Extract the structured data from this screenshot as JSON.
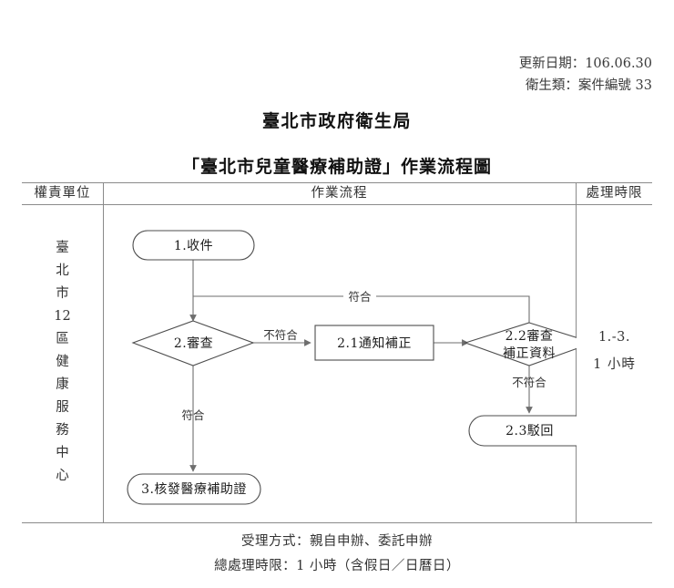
{
  "meta": {
    "update_date": "更新日期：106.06.30",
    "category": "衛生類：案件編號 33"
  },
  "titles": {
    "organization": "臺北市政府衛生局",
    "main": "「臺北市兒童醫療補助證」作業流程圖"
  },
  "table": {
    "headers": {
      "unit": "權責單位",
      "flow": "作業流程",
      "limit": "處理時限"
    },
    "unit_vertical_chars": [
      "臺",
      "北",
      "市",
      "12",
      "區",
      "健",
      "康",
      "服",
      "務",
      "中",
      "心"
    ],
    "limit": {
      "steps": "1.-3.",
      "duration": "1 小時"
    }
  },
  "flowchart": {
    "nodes": [
      {
        "id": "n1",
        "label": "1.收件",
        "shape": "stadium"
      },
      {
        "id": "n2",
        "label": "2.審查",
        "shape": "diamond"
      },
      {
        "id": "n21",
        "label": "2.1通知補正",
        "shape": "rectangle"
      },
      {
        "id": "n22a",
        "label": "2.2審查",
        "shape": "diamond"
      },
      {
        "id": "n22b",
        "label": "補正資料",
        "shape": "diamond"
      },
      {
        "id": "n23",
        "label": "2.3駁回",
        "shape": "stadium"
      },
      {
        "id": "n3",
        "label": "3.核發醫療補助證",
        "shape": "stadium"
      }
    ],
    "edge_labels": {
      "match_return": "符合",
      "no_match_right": "不符合",
      "no_match_down": "不符合",
      "match_down": "符合"
    }
  },
  "footer": {
    "line1": "受理方式：親自申辦、委託申辦",
    "line2": "總處理時限：1 小時（含假日／日曆日）"
  }
}
